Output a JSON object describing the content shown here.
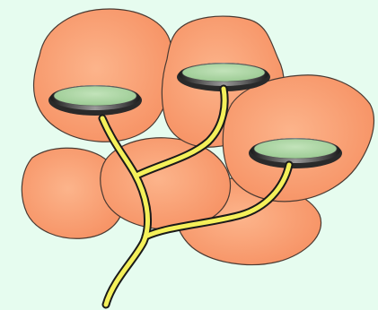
{
  "diagram": {
    "subject": "acinus",
    "components": [
      {
        "id": "secretory-cell-cluster",
        "kind": "cell-lobes"
      },
      {
        "id": "acinar-lumen-top-left",
        "kind": "lumen"
      },
      {
        "id": "acinar-lumen-top-right",
        "kind": "lumen"
      },
      {
        "id": "acinar-lumen-right",
        "kind": "lumen"
      },
      {
        "id": "branching-duct",
        "kind": "duct"
      }
    ],
    "colors": {
      "background": "#e6fcef",
      "cell_fill": "#f99d70",
      "cell_outline": "#4a3a32",
      "lumen_fill": "#aed6a6",
      "lumen_rim": "#2b2b2b",
      "duct_fill": "#f4f05a",
      "duct_outline": "#1a1a1a"
    }
  }
}
